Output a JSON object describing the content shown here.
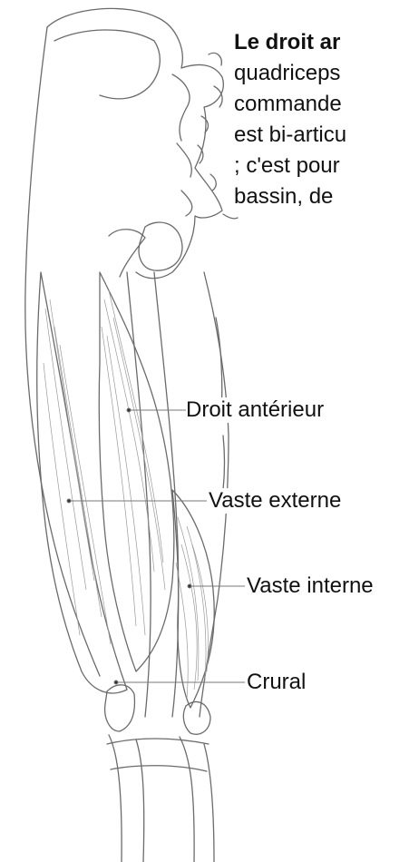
{
  "intro": {
    "bold": "Le droit ar",
    "lines": [
      "quadriceps",
      "commande",
      "est bi-articu",
      "; c'est pour",
      "bassin, de"
    ]
  },
  "labels": [
    {
      "id": "droit",
      "text": "Droit antérieur"
    },
    {
      "id": "vaste_ext",
      "text": "Vaste externe"
    },
    {
      "id": "vaste_int",
      "text": "Vaste interne"
    },
    {
      "id": "crural",
      "text": "Crural"
    }
  ]
}
